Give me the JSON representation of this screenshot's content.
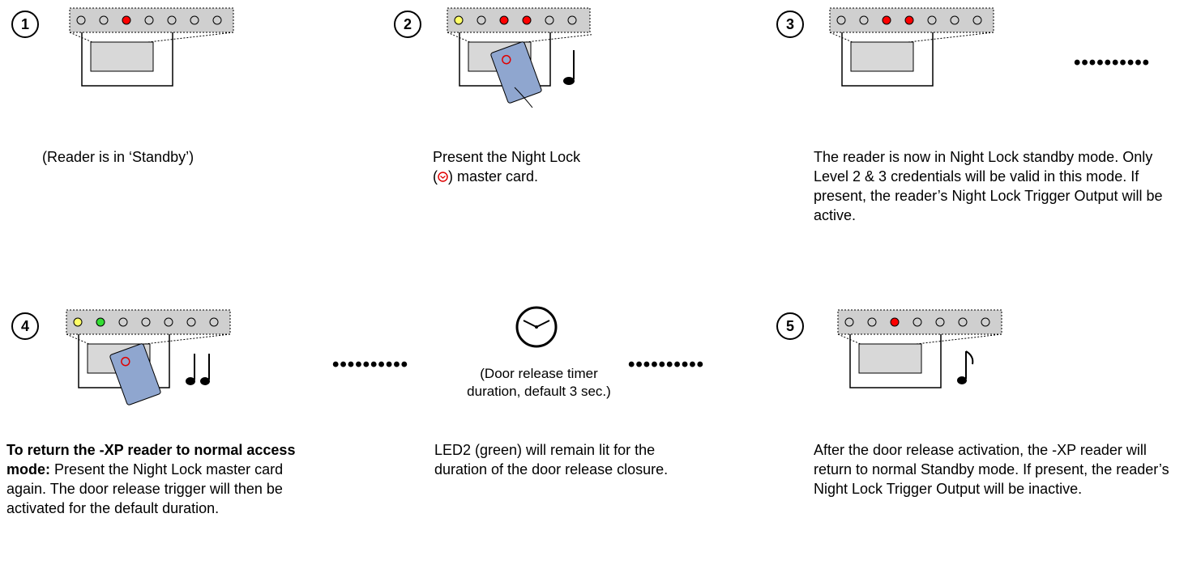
{
  "steps": [
    {
      "number": "1",
      "caption": "(Reader is in ‘Standby’)"
    },
    {
      "number": "2",
      "caption_line1": "Present the Night Lock",
      "caption_line2_post": ") master card.",
      "caption_line2_pre": "("
    },
    {
      "number": "3",
      "caption": "The reader is now in Night Lock standby mode.  Only Level 2 & 3 credentials will be valid in this mode.  If present, the reader’s Night Lock Trigger Output will be active."
    },
    {
      "number": "4",
      "caption_bold": "To return the -XP reader to normal access mode:",
      "caption_rest": " Present the Night Lock master card again. The door release trigger will then be activated for the default duration."
    },
    {
      "number": "5",
      "caption": "After the door release activation, the -XP reader will return to normal Standby mode. If present, the reader’s Night Lock Trigger Output will be inactive."
    }
  ],
  "timer": {
    "caption_line1": "(Door release timer",
    "caption_line2": "duration, default 3 sec.)",
    "led_caption": "LED2 (green) will remain lit for the duration of the door release closure."
  },
  "dots": "••••••••••",
  "colors": {
    "led_off": "#d0d0d0",
    "led_red": "#ff0000",
    "led_yellow": "#ffff66",
    "led_green": "#33dd33",
    "card": "#8fa6cf",
    "strip": "#cfcfcf",
    "accent_red": "#e00000"
  }
}
